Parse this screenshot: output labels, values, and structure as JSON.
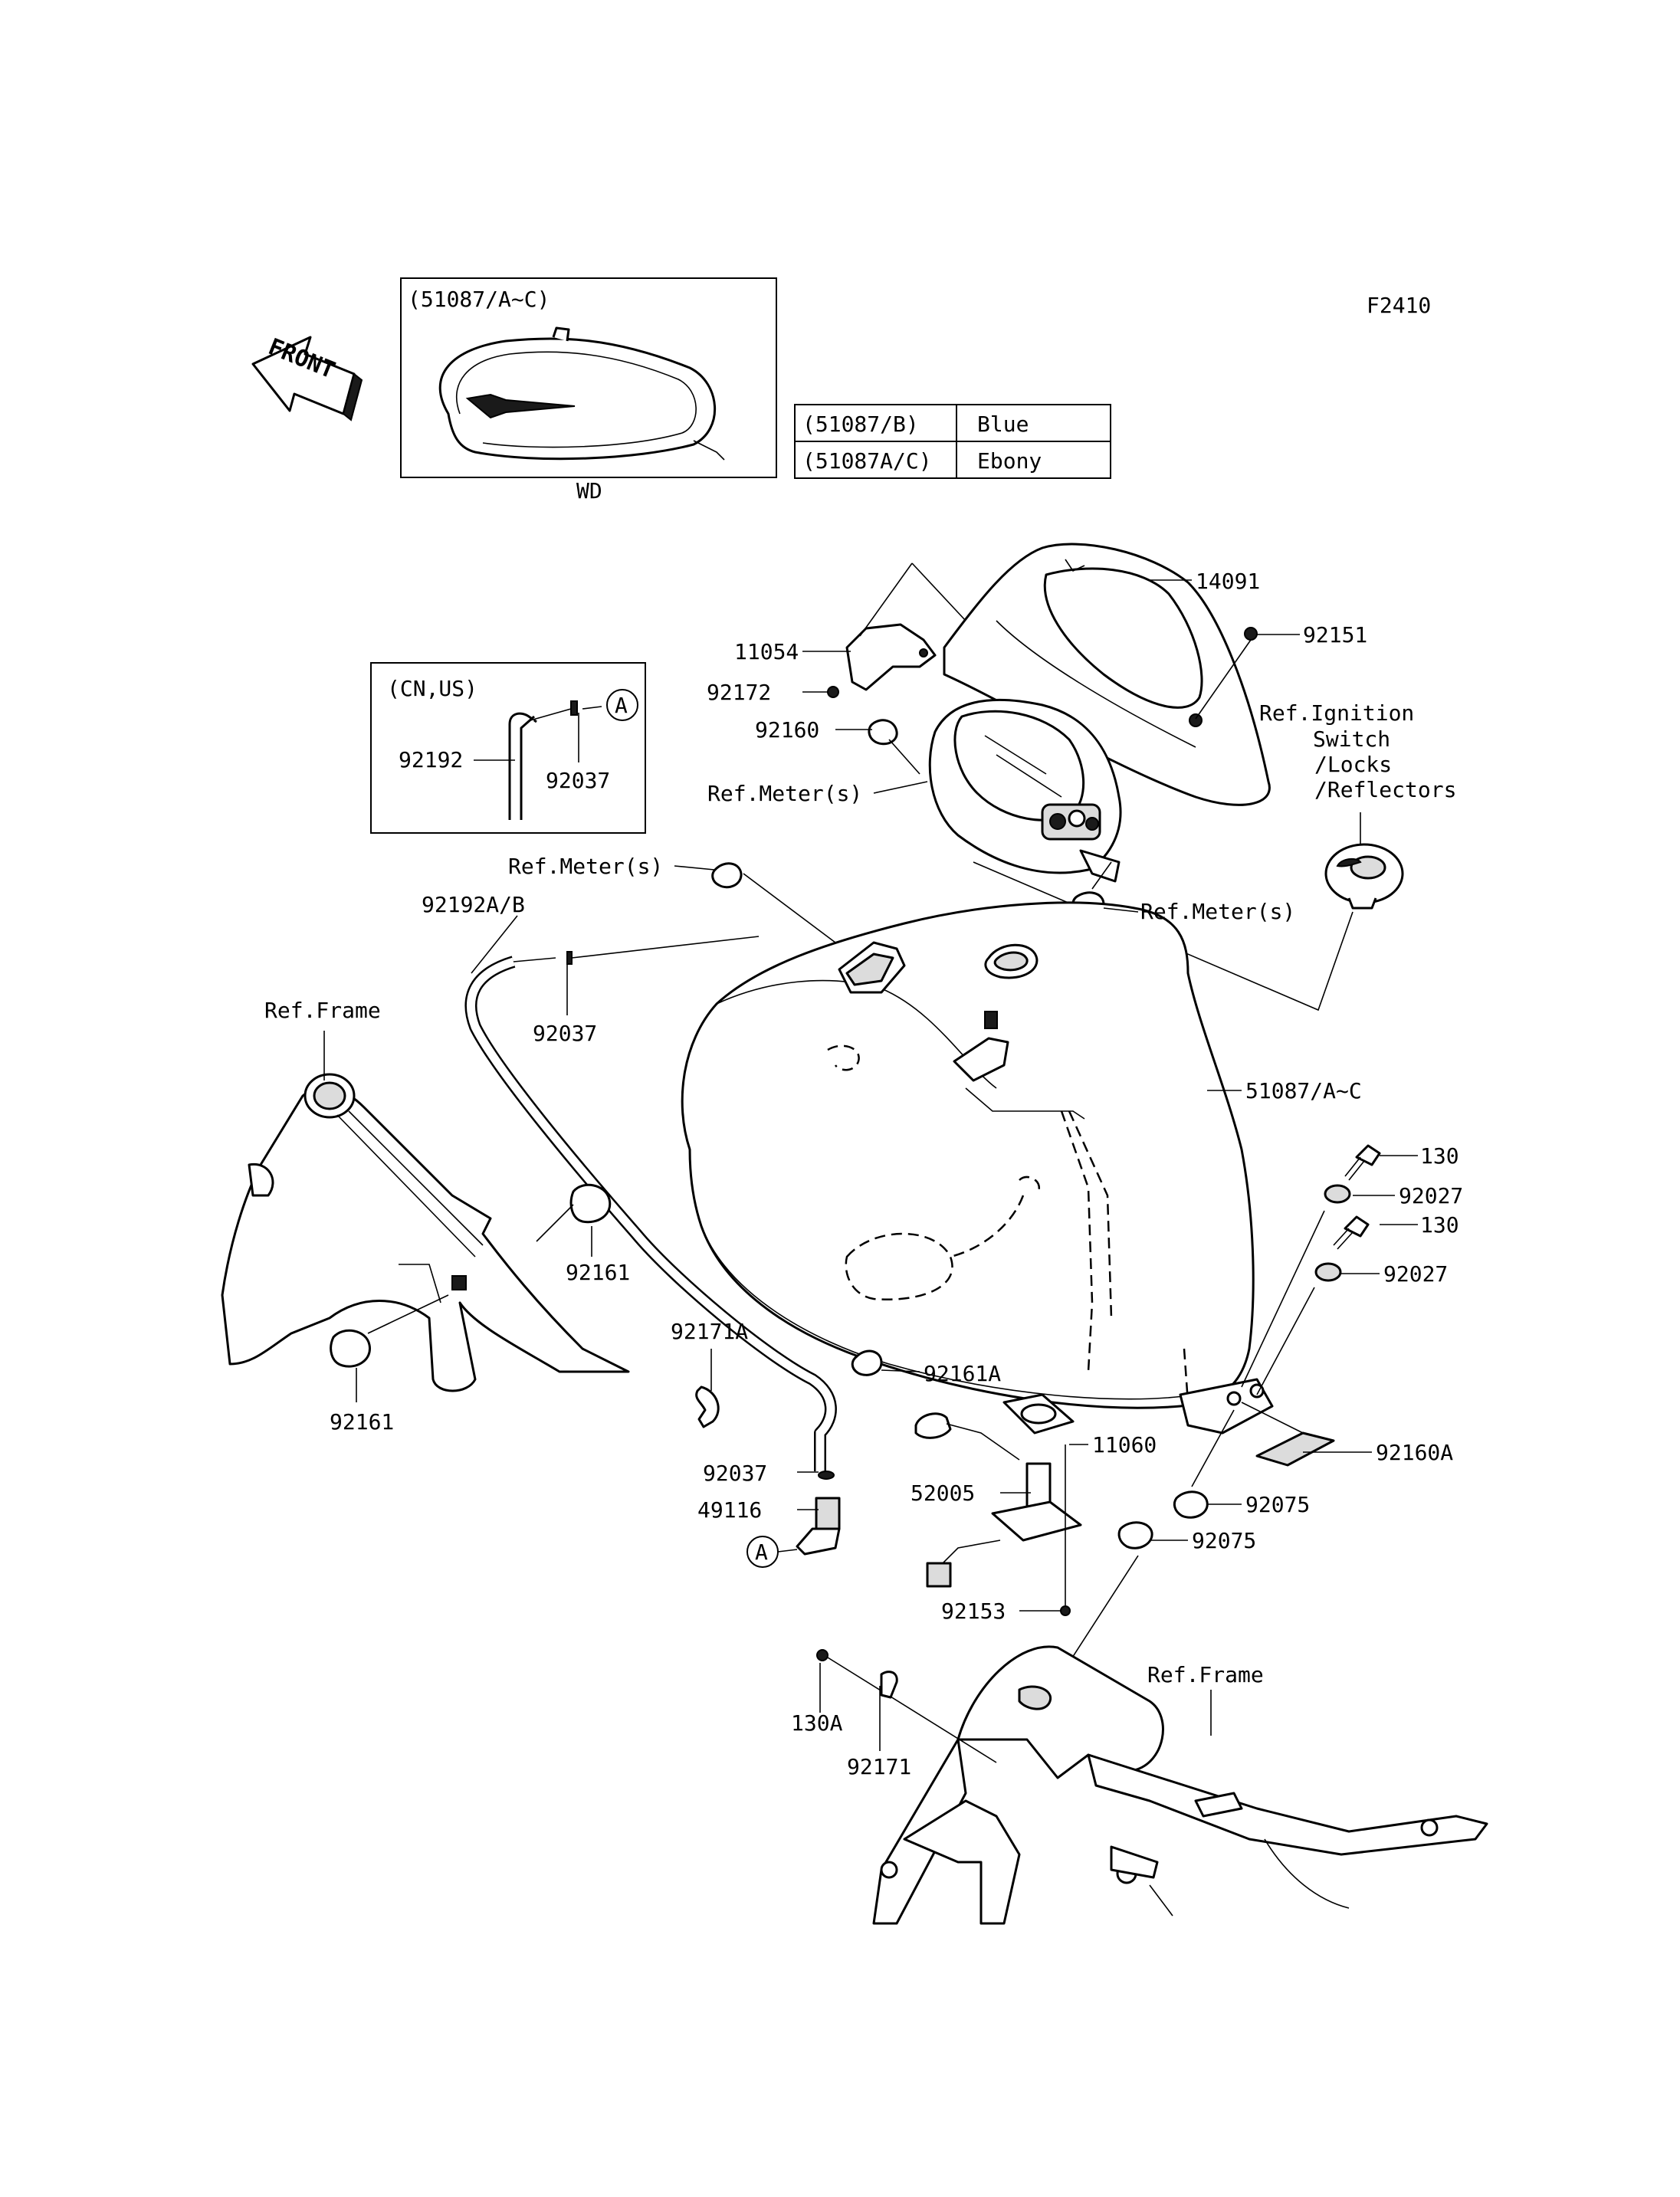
{
  "figure_code": "F2410",
  "front_label": "FRONT",
  "inset": {
    "title": "(51087/A~C)",
    "caption": "WD"
  },
  "color_table": [
    {
      "part": "(51087/B)",
      "color": "Blue"
    },
    {
      "part": "(51087A/C)",
      "color": "Ebony"
    }
  ],
  "cn_us_box": {
    "title": "(CN,US)",
    "labels": [
      "92192",
      "92037"
    ],
    "circle": "A"
  },
  "circle_A": "A",
  "callouts": [
    "14091",
    "92151",
    "11054",
    "92172",
    "92160",
    "Ref.Meter(s)",
    "Ref.Meter(s)",
    "Ref.Meter(s)",
    "Ref.Ignition",
    "Switch",
    "/Locks",
    "/Reflectors",
    "92192A/B",
    "92037",
    "Ref.Frame",
    "51087/A~C",
    "130",
    "92027",
    "130",
    "92027",
    "92161",
    "92161",
    "92171A",
    "92161A",
    "11060",
    "92160A",
    "92037",
    "49116",
    "52005",
    "92075",
    "92075",
    "92153",
    "Ref.Frame",
    "130A",
    "92171"
  ]
}
